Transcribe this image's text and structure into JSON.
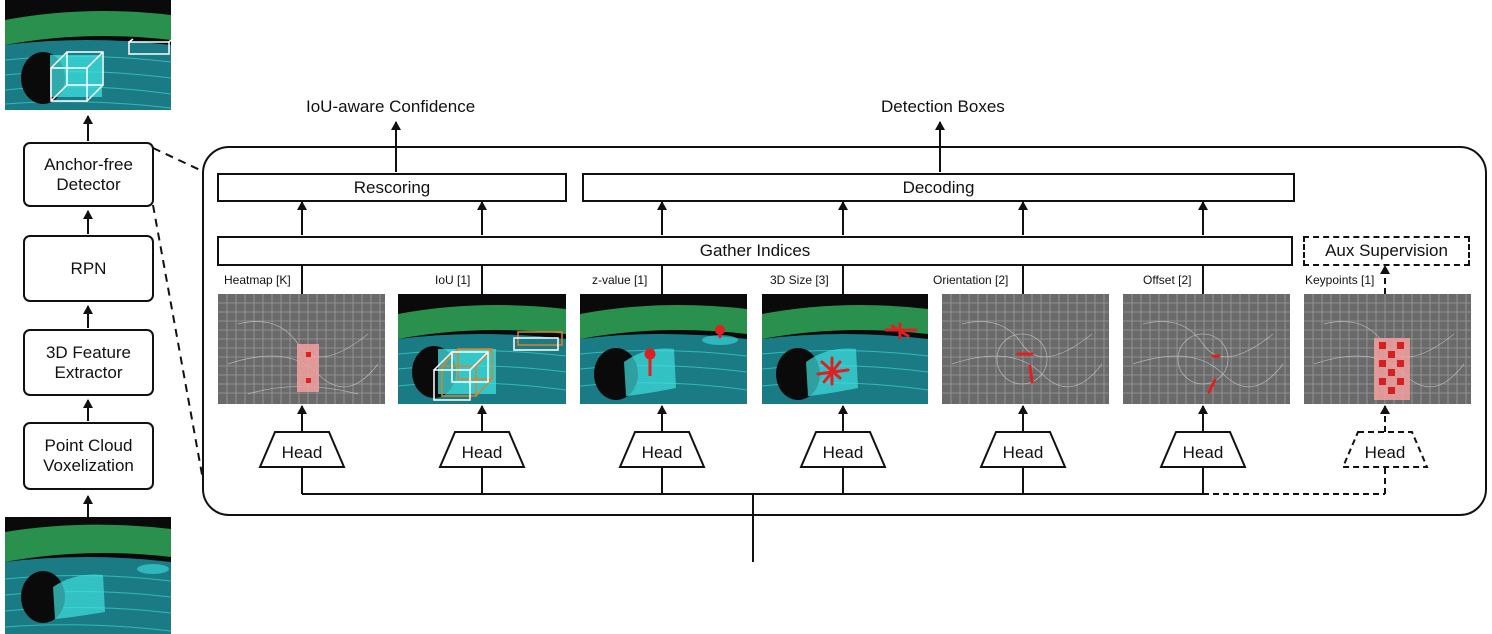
{
  "left_pipeline": {
    "point_cloud_voxelization": "Point Cloud Voxelization",
    "feature_extractor": "3D Feature Extractor",
    "rpn": "RPN",
    "anchor_free_detector": "Anchor-free Detector"
  },
  "outputs": {
    "iou_confidence": "IoU-aware Confidence",
    "detection_boxes": "Detection Boxes"
  },
  "detector": {
    "rescoring": "Rescoring",
    "decoding": "Decoding",
    "gather_indices": "Gather Indices",
    "aux_supervision": "Aux Supervision"
  },
  "heads": [
    {
      "label": "Heatmap [K]",
      "head": "Head"
    },
    {
      "label": "IoU [1]",
      "head": "Head"
    },
    {
      "label": "z-value [1]",
      "head": "Head"
    },
    {
      "label": "3D Size [3]",
      "head": "Head"
    },
    {
      "label": "Orientation [2]",
      "head": "Head"
    },
    {
      "label": "Offset [2]",
      "head": "Head"
    },
    {
      "label": "Keypoints [1]",
      "head": "Head"
    }
  ],
  "colors": {
    "line": "#111111",
    "pointcloud_bg": "#0a0a0a",
    "pointcloud_cyan": "#39d4d4",
    "pointcloud_green": "#2e9e55",
    "grid_bg": "#6a6a6a",
    "marker_red": "#e02020",
    "heatmap_pink": "#f2a0a0"
  }
}
